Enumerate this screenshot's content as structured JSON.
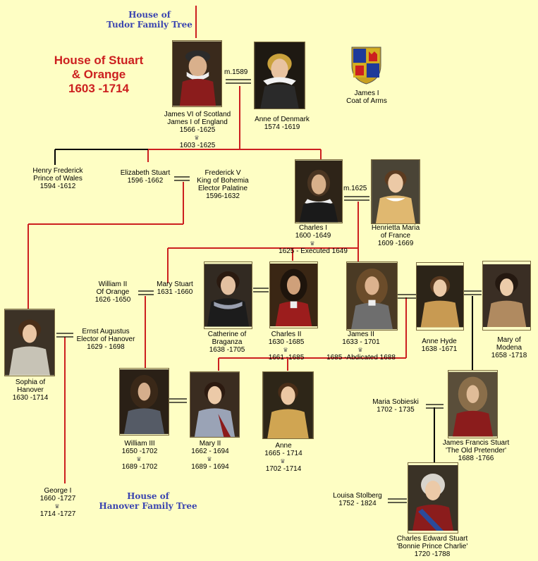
{
  "links": {
    "tudor": [
      "House of",
      "Tudor Family Tree"
    ],
    "hanover": [
      "House of",
      "Hanover Family Tree"
    ]
  },
  "title": [
    "House of Stuart",
    "& Orange",
    "1603 -1714"
  ],
  "marriages": {
    "james_anne": "m.1589",
    "charles_henrietta": "m.1625"
  },
  "coat_of_arms": [
    "James I",
    "Coat of Arms"
  ],
  "crown_icon": "crown-icon",
  "colors": {
    "lines": "#cc1f1f",
    "title": "#cc1f1f",
    "links": "#3b45b0",
    "background": "#fefec4"
  },
  "people": {
    "james": [
      "James VI of Scotland",
      "James I of England",
      "1566 -1625"
    ],
    "james_reign": "1603 -1625",
    "anne_denmark": [
      "Anne of Denmark",
      "1574 -1619"
    ],
    "henry": [
      "Henry Frederick",
      "Prince of Wales",
      "1594 -1612"
    ],
    "elizabeth": [
      "Elizabeth Stuart",
      "1596 -1662"
    ],
    "frederick": [
      "Frederick V",
      "King of Bohemia",
      "Elector Palatine",
      "1596-1632"
    ],
    "charles1": [
      "Charles I",
      "1600 -1649"
    ],
    "charles1_reign": "1625 - Executed 1649",
    "henrietta": [
      "Henrietta Maria",
      "of France",
      "1609 -1669"
    ],
    "william2": [
      "William II",
      "Of Orange",
      "1626 -1650"
    ],
    "mary_stuart": [
      "Mary Stuart",
      "1631 -1660"
    ],
    "catherine": [
      "Catherine of",
      "Braganza",
      "1638 -1705"
    ],
    "charles2": [
      "Charles II",
      "1630 -1685"
    ],
    "charles2_reign": "1661 -1685",
    "james2": [
      "James II",
      "1633 - 1701"
    ],
    "james2_reign": "1685 -Abdicated 1688",
    "anne_hyde": [
      "Anne Hyde",
      "1638 -1671"
    ],
    "mary_modena": [
      "Mary of",
      "Modena",
      "1658 -1718"
    ],
    "sophia": [
      "Sophia of",
      "Hanover",
      "1630 -1714"
    ],
    "ernst": [
      "Ernst Augustus",
      "Elector of Hanover",
      "1629 - 1698"
    ],
    "william3": [
      "William III",
      "1650 -1702"
    ],
    "william3_reign": "1689 -1702",
    "mary2": [
      "Mary II",
      "1662 - 1694"
    ],
    "mary2_reign": "1689 - 1694",
    "anne": [
      "Anne",
      "1665 - 1714"
    ],
    "anne_reign": "1702  -1714",
    "maria_sobieski": [
      "Maria Sobieski",
      "1702 - 1735"
    ],
    "james_francis": [
      "James Francis Stuart",
      "'The Old Pretender'",
      "1688 -1766"
    ],
    "george1": [
      "George I",
      "1660 -1727"
    ],
    "george1_reign": "1714 -1727",
    "louisa": [
      "Louisa Stolberg",
      "1752 - 1824"
    ],
    "charles_edward": [
      "Charles Edward Stuart",
      "'Bonnie Prince Charlie'",
      "1720 -1788"
    ]
  }
}
